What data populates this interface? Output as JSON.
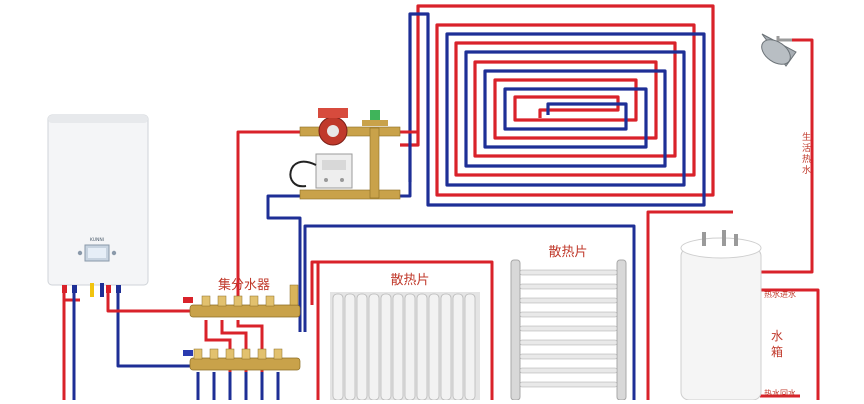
{
  "colors": {
    "hot_pipe": "#d9222a",
    "cold_pipe": "#1e2f96",
    "label_text": "#c0392b",
    "brass": "#c9a24a",
    "boiler_body": "#f4f5f7",
    "radiator": "#dcdcdc"
  },
  "labels": {
    "manifold": "集分水器",
    "radiator_column": "散热片",
    "radiator_towel": "散热片",
    "domestic_hot_water": "生活热水",
    "tank_hot_in": "热水进水",
    "tank": "水箱",
    "tank_hot_return": "热水回水"
  },
  "boiler": {
    "brand": "KUNNI"
  },
  "icons": {
    "shower": "shower-head-icon",
    "pump": "circulation-pump-icon",
    "valve": "valve-icon"
  }
}
